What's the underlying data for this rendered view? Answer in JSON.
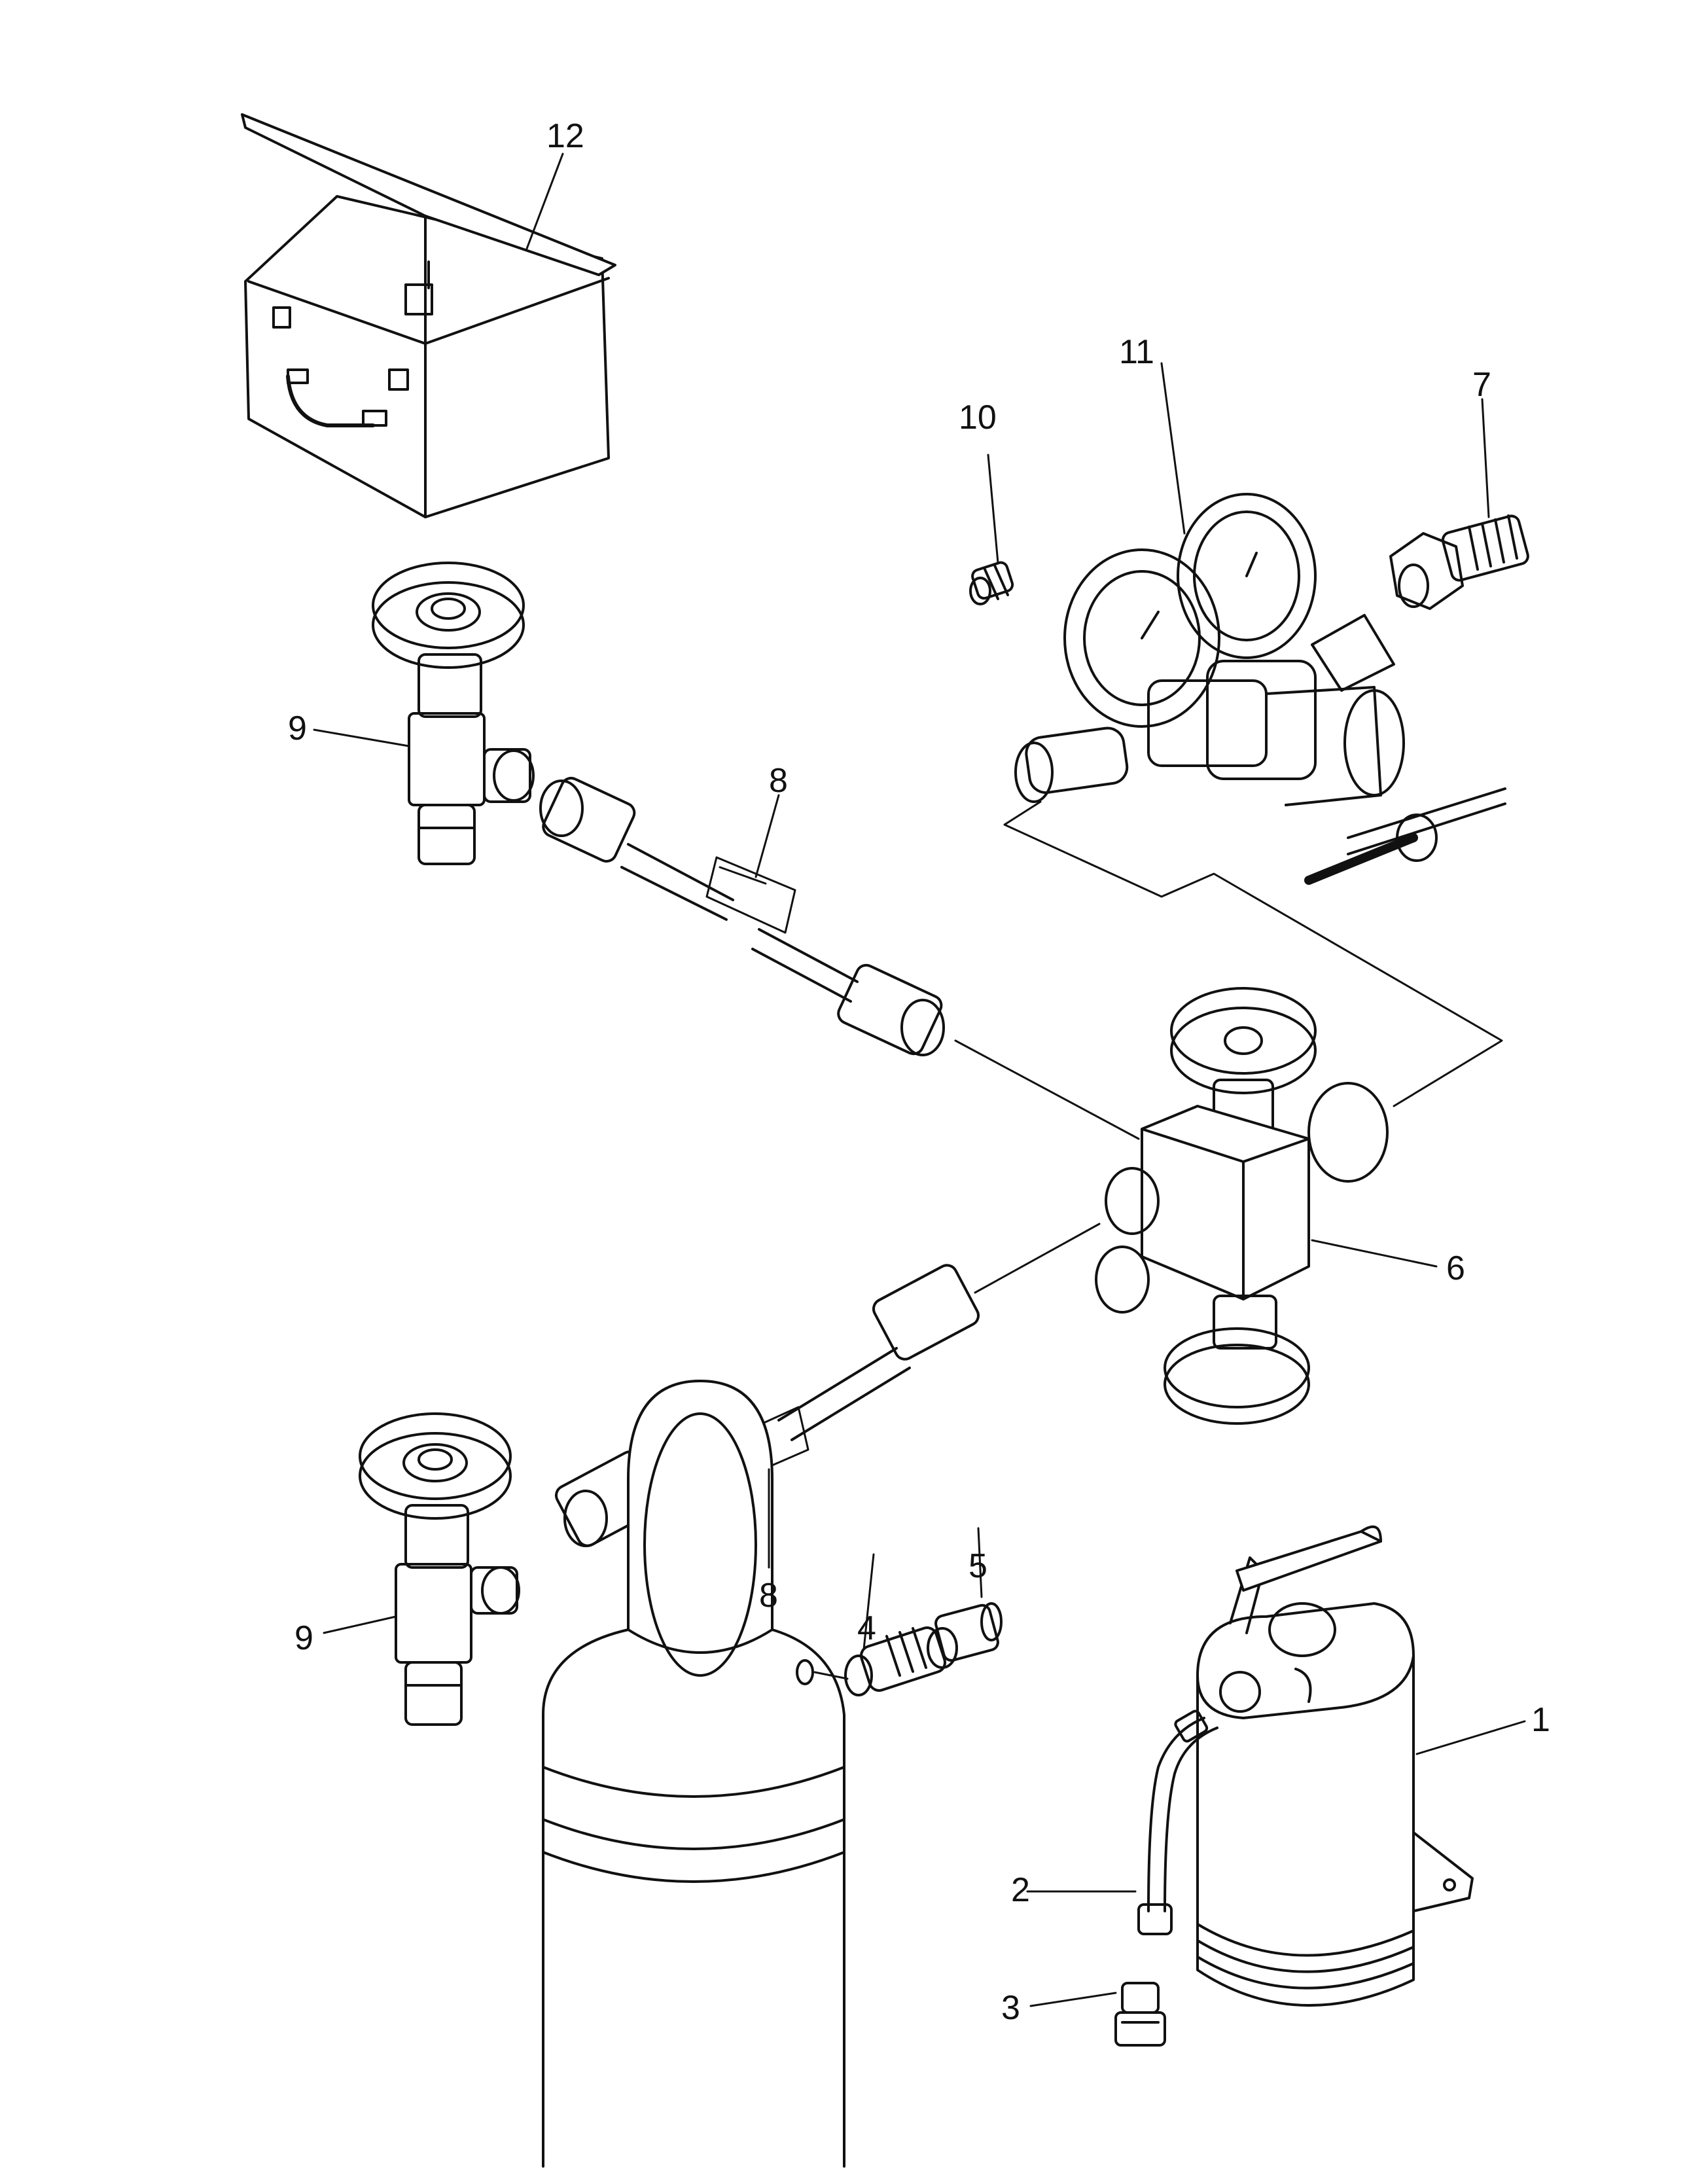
{
  "colors": {
    "ink": "#111111",
    "paper": "#ffffff"
  },
  "callouts": [
    {
      "id": "box",
      "label": "12"
    },
    {
      "id": "fitting-small",
      "label": "10"
    },
    {
      "id": "regulator",
      "label": "11"
    },
    {
      "id": "adapter",
      "label": "7"
    },
    {
      "id": "valve-upper",
      "label": "9"
    },
    {
      "id": "hose-upper",
      "label": "8"
    },
    {
      "id": "manifold",
      "label": "6"
    },
    {
      "id": "hose-lower",
      "label": "8"
    },
    {
      "id": "quick-coupler",
      "label": "4"
    },
    {
      "id": "nipple",
      "label": "5"
    },
    {
      "id": "valve-lower",
      "label": "9"
    },
    {
      "id": "pump",
      "label": "1"
    },
    {
      "id": "tube",
      "label": "2"
    },
    {
      "id": "end-fitting",
      "label": "3"
    }
  ]
}
